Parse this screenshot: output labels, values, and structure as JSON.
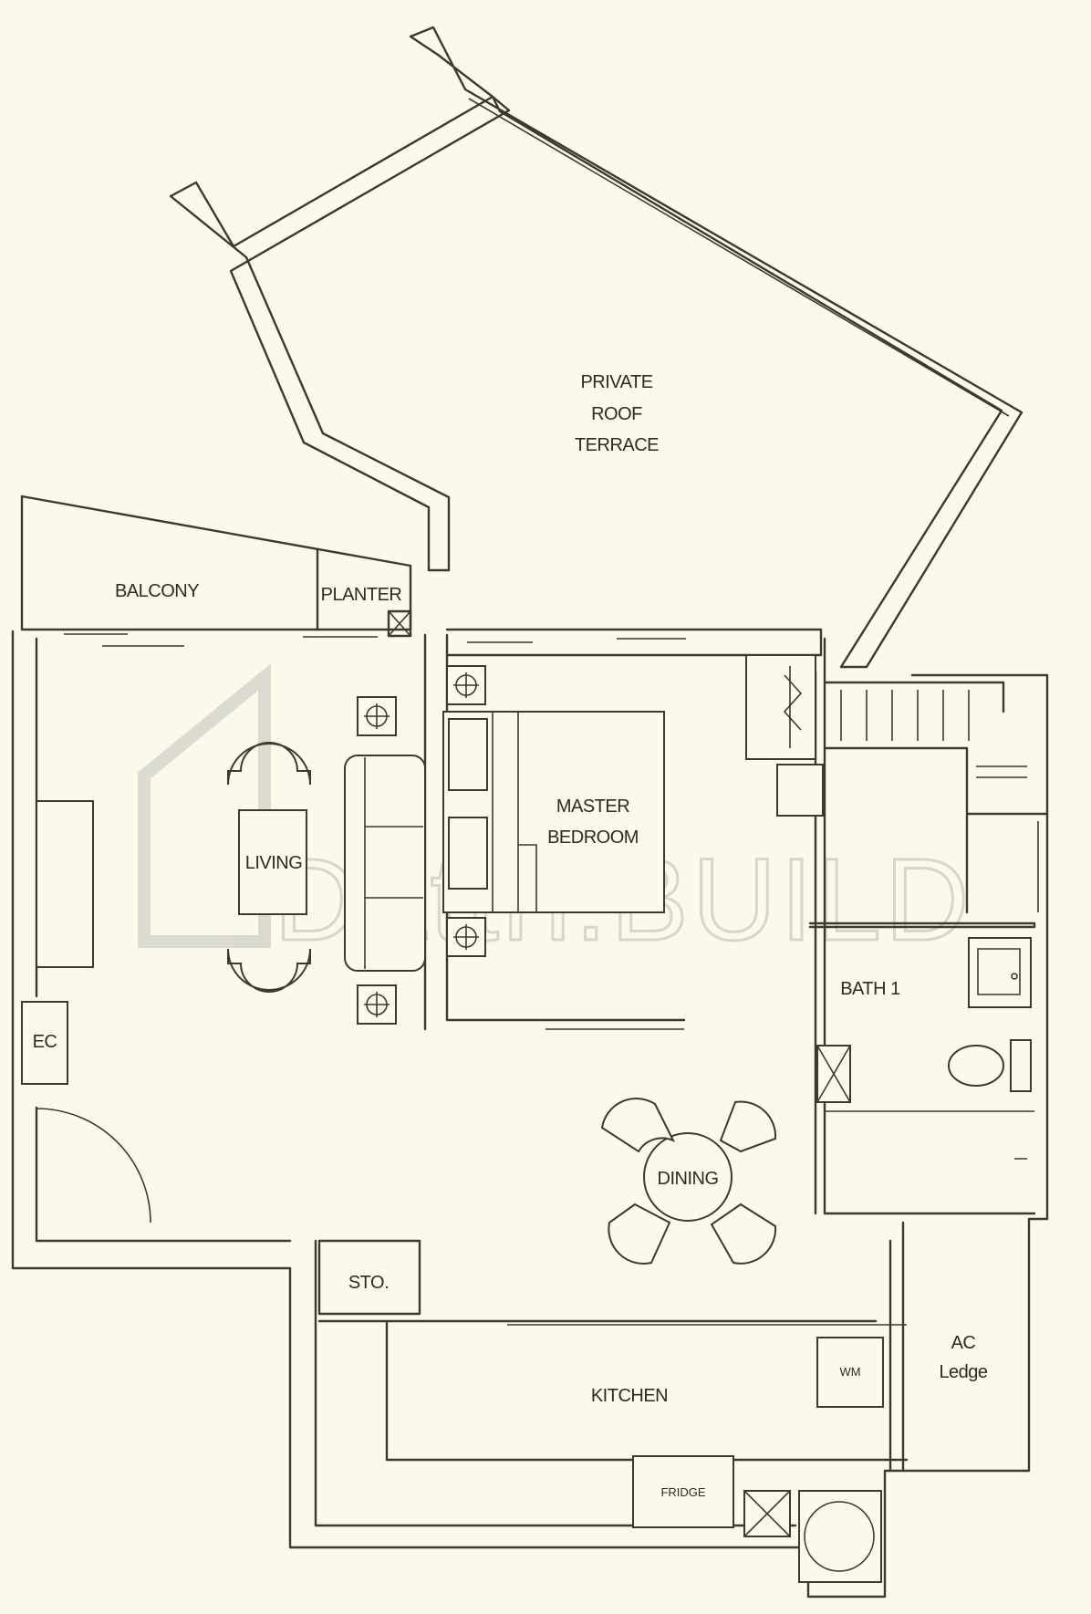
{
  "rooms": {
    "roof_terrace": [
      "PRIVATE",
      "ROOF",
      "TERRACE"
    ],
    "balcony": "BALCONY",
    "planter": "PLANTER",
    "living": "LIVING",
    "master_bedroom": [
      "MASTER",
      "BEDROOM"
    ],
    "ec": "EC",
    "bath1": "BATH 1",
    "dining": "DINING",
    "store": "STO.",
    "kitchen": "KITCHEN",
    "ac_ledge": [
      "AC",
      "Ledge"
    ],
    "wm": "WM",
    "fridge": "FRIDGE"
  },
  "watermark": "Dattri.BUILD",
  "colors": {
    "background": "#fbf9ea",
    "ink": "#3b3a2c",
    "watermark": "#d4d3cc"
  }
}
